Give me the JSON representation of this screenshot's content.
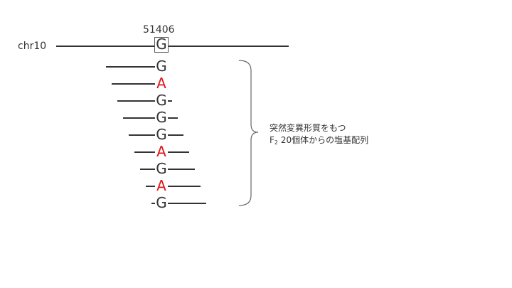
{
  "position_label": "51406",
  "chromosome_label": "chr10",
  "reference_base": "G",
  "reads": [
    {
      "base": "G",
      "type": "normal"
    },
    {
      "base": "A",
      "type": "mutant"
    },
    {
      "base": "G",
      "type": "normal"
    },
    {
      "base": "G",
      "type": "normal"
    },
    {
      "base": "G",
      "type": "normal"
    },
    {
      "base": "A",
      "type": "mutant"
    },
    {
      "base": "G",
      "type": "normal"
    },
    {
      "base": "A",
      "type": "mutant"
    },
    {
      "base": "G",
      "type": "normal"
    }
  ],
  "annotation": {
    "line1": "突然変異形質をもつ",
    "line2_prefix": "F",
    "line2_subscript": "2",
    "line2_rest": " 20個体からの塩基配列"
  },
  "colors": {
    "normal_base": "#333333",
    "mutant_base": "#e0161b",
    "line": "#333333"
  }
}
